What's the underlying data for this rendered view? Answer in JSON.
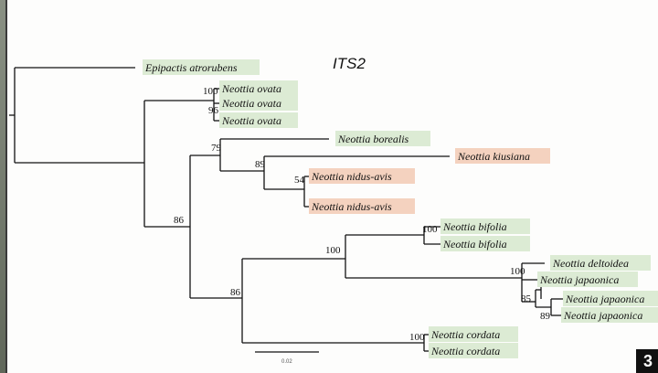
{
  "figure": {
    "gene_title": "ITS2",
    "panel_number": "3",
    "scale_bar_label": "0.02"
  },
  "taxa": [
    {
      "id": "epipactis",
      "name": "Epipactis atrorubens",
      "color": "green"
    },
    {
      "id": "ovata1",
      "name": "Neottia ovata",
      "color": "green"
    },
    {
      "id": "ovata2",
      "name": "Neottia ovata",
      "color": "green"
    },
    {
      "id": "ovata3",
      "name": "Neottia ovata",
      "color": "green"
    },
    {
      "id": "borealis",
      "name": "Neottia borealis",
      "color": "green"
    },
    {
      "id": "kiusiana",
      "name": "Neottia kiusiana",
      "color": "orange"
    },
    {
      "id": "nidus1",
      "name": "Neottia nidus-avis",
      "color": "orange"
    },
    {
      "id": "nidus2",
      "name": "Neottia nidus-avis",
      "color": "orange"
    },
    {
      "id": "bifolia1",
      "name": "Neottia bifolia",
      "color": "green"
    },
    {
      "id": "bifolia2",
      "name": "Neottia bifolia",
      "color": "green"
    },
    {
      "id": "deltoidea",
      "name": "Neottia deltoidea",
      "color": "green"
    },
    {
      "id": "japaonica1",
      "name": "Neottia japaonica",
      "color": "green"
    },
    {
      "id": "japaonica2",
      "name": "Neottia japaonica",
      "color": "green"
    },
    {
      "id": "japaonica3",
      "name": "Neottia japaonica",
      "color": "green"
    },
    {
      "id": "cordata1",
      "name": "Neottia cordata",
      "color": "green"
    },
    {
      "id": "cordata2",
      "name": "Neottia cordata",
      "color": "green"
    }
  ],
  "support_values": [
    {
      "node": "ovata",
      "value": "100"
    },
    {
      "node": "ovata-inner",
      "value": "96"
    },
    {
      "node": "borealis-group",
      "value": "79"
    },
    {
      "node": "kiusiana-group",
      "value": "89"
    },
    {
      "node": "nidus",
      "value": "54"
    },
    {
      "node": "ingroup",
      "value": "86"
    },
    {
      "node": "bifolia",
      "value": "100"
    },
    {
      "node": "bifolia-japaonica",
      "value": "100"
    },
    {
      "node": "deltoidea-group",
      "value": "100"
    },
    {
      "node": "japaonica-group",
      "value": "85"
    },
    {
      "node": "japaonica-inner",
      "value": "89"
    },
    {
      "node": "cordata-group",
      "value": "86"
    },
    {
      "node": "cordata",
      "value": "100"
    }
  ],
  "colors": {
    "green_label": "#dcebd4",
    "orange_label": "#f4d2bf"
  }
}
